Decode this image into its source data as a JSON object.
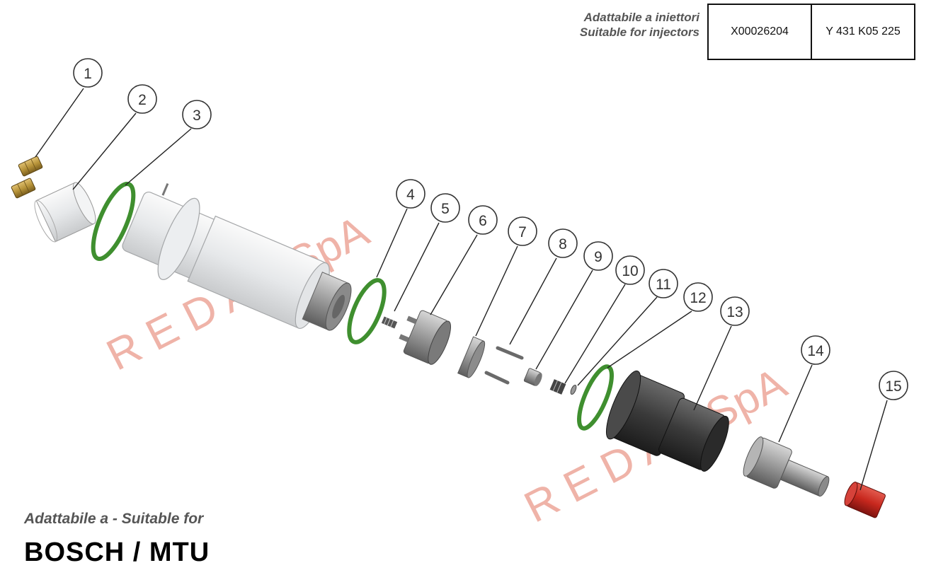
{
  "header": {
    "label_it": "Adattabile a iniettori",
    "label_en": "Suitable for injectors",
    "codes": [
      "X00026204",
      "Y 431 K05 225"
    ]
  },
  "footer": {
    "subtitle": "Adattabile a - Suitable for",
    "brand": "BOSCH / MTU"
  },
  "watermark": "R E D A T  SpA",
  "callouts": [
    "1",
    "2",
    "3",
    "4",
    "5",
    "6",
    "7",
    "8",
    "9",
    "10",
    "11",
    "12",
    "13",
    "14",
    "15"
  ],
  "part_colors": {
    "brass": "#b8943a",
    "green_oring": "#3f8f2f",
    "red_cap": "#c8281e",
    "black_body": "#3a3a3a",
    "grey_metal": "#9a9a9a",
    "transparent_body": "#e6e8ea"
  }
}
